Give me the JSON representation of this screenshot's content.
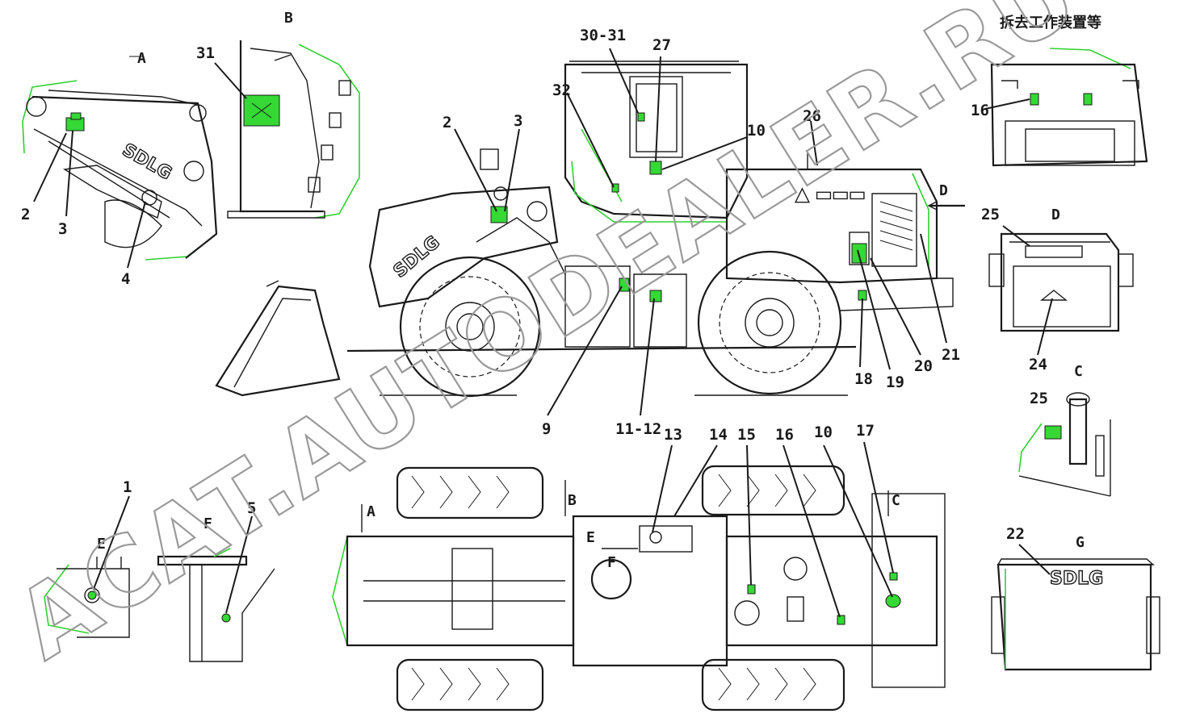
{
  "note": "拆去工作装置等",
  "watermark": "ACAT.AUTODEALER.RU",
  "brand_text": "SDLG",
  "view_labels": {
    "a": "A",
    "b": "B",
    "c": "C",
    "d": "D",
    "e": "E",
    "f": "F",
    "g": "G"
  },
  "callouts": {
    "c1": "1",
    "c2": "2",
    "c3": "3",
    "c4": "4",
    "c5": "5",
    "c9": "9",
    "c10": "10",
    "c11_12": "11-12",
    "c13": "13",
    "c14": "14",
    "c15": "15",
    "c16": "16",
    "c17": "17",
    "c18": "18",
    "c19": "19",
    "c20": "20",
    "c21": "21",
    "c22": "22",
    "c24": "24",
    "c25": "25",
    "c26": "26",
    "c27": "27",
    "c30_31": "30-31",
    "c31": "31",
    "c32": "32"
  },
  "colors": {
    "decal_green": "#35d835",
    "outline_green": "#2fd12f",
    "line": "#1a1a1a",
    "watermark": "#9a9a9a"
  }
}
